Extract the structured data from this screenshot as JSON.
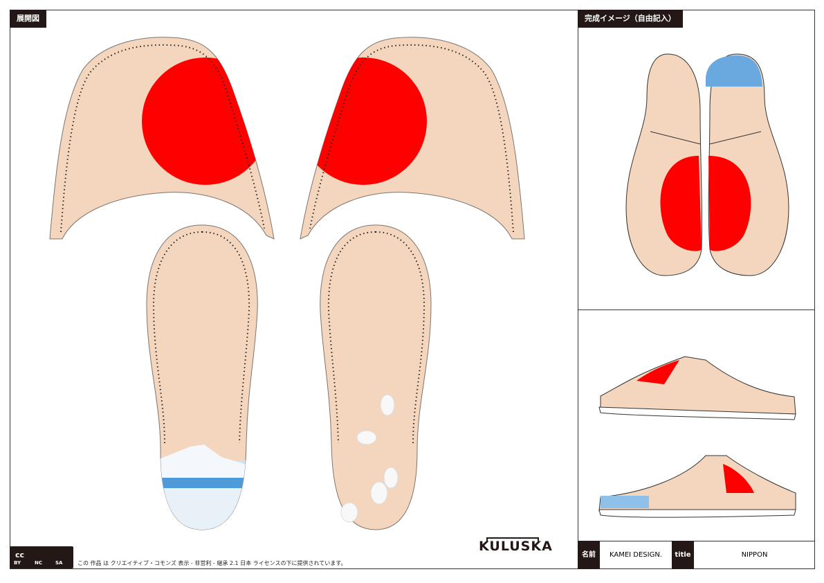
{
  "left_panel": {
    "label": "展開図"
  },
  "right_panel": {
    "label": "完成イメージ（自由記入）"
  },
  "license": {
    "badges": [
      "BY",
      "NC",
      "SA"
    ],
    "cc": "cc",
    "text": "この 作品 は クリエイティブ・コモンズ 表示 - 非営利 - 継承 2.1 日本 ライセンスの下に提供されています。"
  },
  "logo": {
    "text": "KULUSKA"
  },
  "footer": {
    "name_label": "名前",
    "name_value": "KAMEI DESIGN.",
    "title_label": "title",
    "title_value": "NIPPON"
  },
  "colors": {
    "leather": "#f3d6bd",
    "red": "#ff0000",
    "outline": "#7d746e",
    "dark": "#231815"
  }
}
